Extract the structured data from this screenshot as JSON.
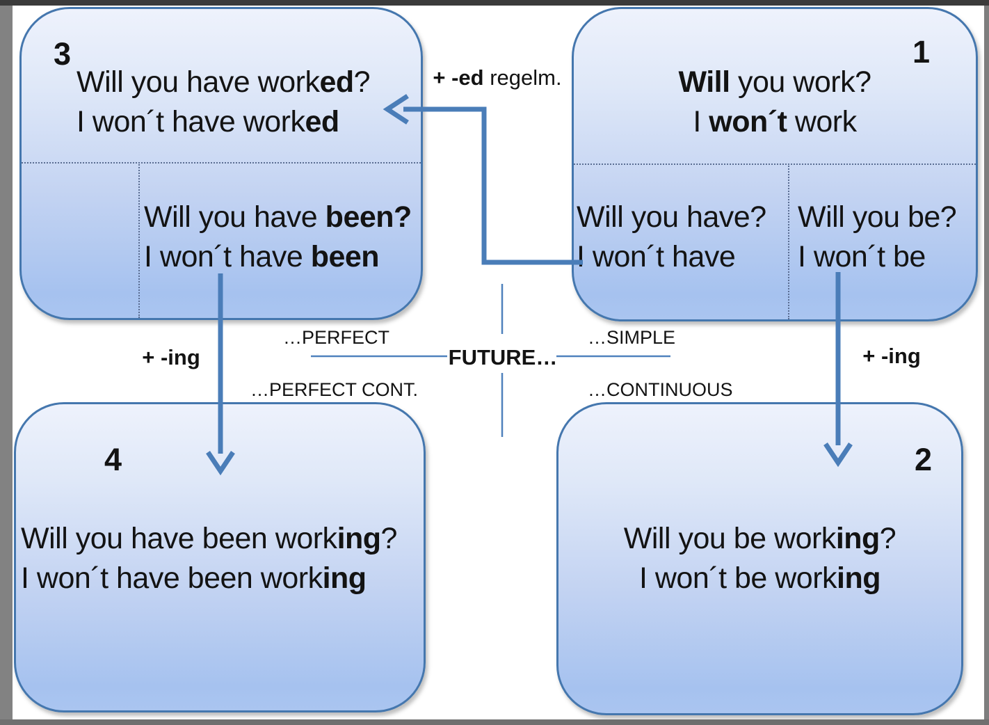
{
  "slide": {
    "title_hint": "Future tenses overview diagram"
  },
  "center": {
    "title": "FUTURE…",
    "label_perfect": "…PERFECT",
    "label_simple": "…SIMPLE",
    "label_perfect_cont": "…PERFECT CONT.",
    "label_continuous": "…CONTINUOUS"
  },
  "connectors": {
    "ed_label": [
      {
        "t": "+ -ed",
        "b": true
      },
      {
        "t": " regelm."
      }
    ],
    "ing_left_label": "+ -ing",
    "ing_right_label": "+ -ing"
  },
  "boxes": {
    "box1": {
      "number": "1",
      "main": [
        [
          {
            "t": "Will",
            "b": true
          },
          {
            "t": " you work?"
          }
        ],
        [
          {
            "t": "I "
          },
          {
            "t": "won´t",
            "b": true
          },
          {
            "t": " work"
          }
        ]
      ],
      "sub_left": [
        "Will you have?",
        "I won´t have"
      ],
      "sub_right": [
        "Will you be?",
        "I won´t be"
      ]
    },
    "box2": {
      "number": "2",
      "main": [
        [
          {
            "t": "Will you be work"
          },
          {
            "t": "ing",
            "b": true
          },
          {
            "t": "?"
          }
        ],
        [
          {
            "t": "I won´t be work"
          },
          {
            "t": "ing",
            "b": true
          }
        ]
      ]
    },
    "box3": {
      "number": "3",
      "main": [
        [
          {
            "t": "Will you have work"
          },
          {
            "t": "ed",
            "b": true
          },
          {
            "t": "?"
          }
        ],
        [
          {
            "t": "I won´t have work"
          },
          {
            "t": "ed",
            "b": true
          }
        ]
      ],
      "sub": [
        [
          {
            "t": "Will you have "
          },
          {
            "t": "been?",
            "b": true
          }
        ],
        [
          {
            "t": "I won´t have "
          },
          {
            "t": "been",
            "b": true
          }
        ]
      ]
    },
    "box4": {
      "number": "4",
      "main": [
        [
          {
            "t": "Will you have been work"
          },
          {
            "t": "ing",
            "b": true
          },
          {
            "t": "?"
          }
        ],
        [
          {
            "t": "I won´t have been work"
          },
          {
            "t": "ing",
            "b": true
          }
        ]
      ]
    }
  },
  "colors": {
    "box_fill_top": "#eef2fc",
    "box_fill_bottom": "#a6c2ef",
    "box_border": "#4577ae",
    "divider_dotted": "#5a6d92",
    "arrow": "#4a7db8",
    "center_line": "#4f81bd",
    "text": "#131313",
    "frame_gray": "#828282",
    "frame_dark": "#3b3b3b"
  }
}
